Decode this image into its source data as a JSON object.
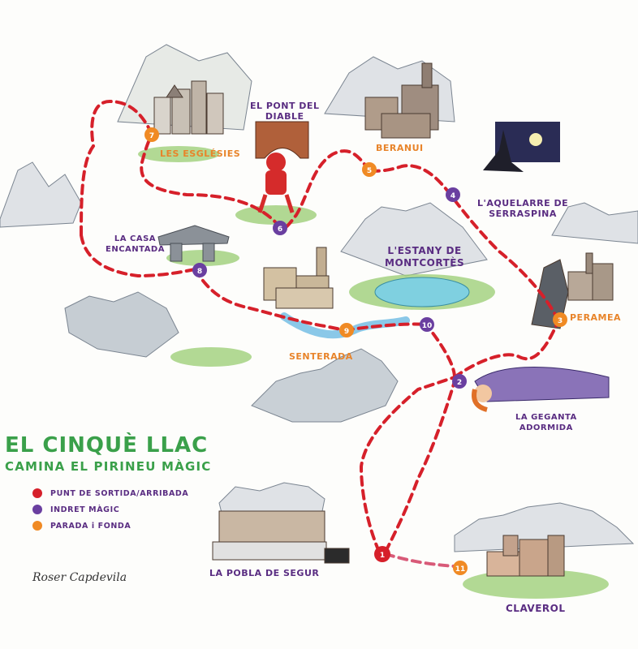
{
  "map": {
    "title": "EL CINQUÈ LLAC",
    "subtitle": "CAMINA EL PIRINEU MÀGIC",
    "signature": "Roser Capdevila"
  },
  "legend": [
    {
      "label": "PUNT DE SORTIDA/ARRIBADA",
      "color": "#d6202a"
    },
    {
      "label": "INDRET MÀGIC",
      "color": "#6a3fa0"
    },
    {
      "label": "PARADA i FONDA",
      "color": "#f08a24"
    }
  ],
  "places": {
    "les_esglesies": "LES ESGLÉSIES",
    "pont_diable": "EL PONT DEL\nDIABLE",
    "beranui": "BERANUI",
    "aquelarre": "L'AQUELARRE DE\nSERRASPINA",
    "casa_encantada": "LA CASA\nENCANTADA",
    "estany": "L'ESTANY DE\nMONTCORTÈS",
    "peramea": "PERAMEA",
    "senterada": "SENTERADA",
    "geganta": "LA GEGANTA\nADORMIDA",
    "pobla": "LA POBLA DE SEGUR",
    "claverol": "CLAVEROL"
  },
  "stops": [
    {
      "n": "1",
      "kind": "start"
    },
    {
      "n": "2",
      "kind": "magic"
    },
    {
      "n": "3",
      "kind": "stay"
    },
    {
      "n": "4",
      "kind": "magic"
    },
    {
      "n": "5",
      "kind": "stay"
    },
    {
      "n": "6",
      "kind": "magic"
    },
    {
      "n": "7",
      "kind": "stay"
    },
    {
      "n": "8",
      "kind": "magic"
    },
    {
      "n": "9",
      "kind": "stay"
    },
    {
      "n": "10",
      "kind": "magic"
    },
    {
      "n": "11",
      "kind": "stay"
    }
  ],
  "colors": {
    "route": "#d6202a",
    "route_pale": "#d85a78",
    "start": "#d6202a",
    "magic": "#6a3fa0",
    "stay": "#f08a24",
    "label_purple": "#5a2d82",
    "label_orange": "#e8842a",
    "title_green": "#3aa04a"
  }
}
